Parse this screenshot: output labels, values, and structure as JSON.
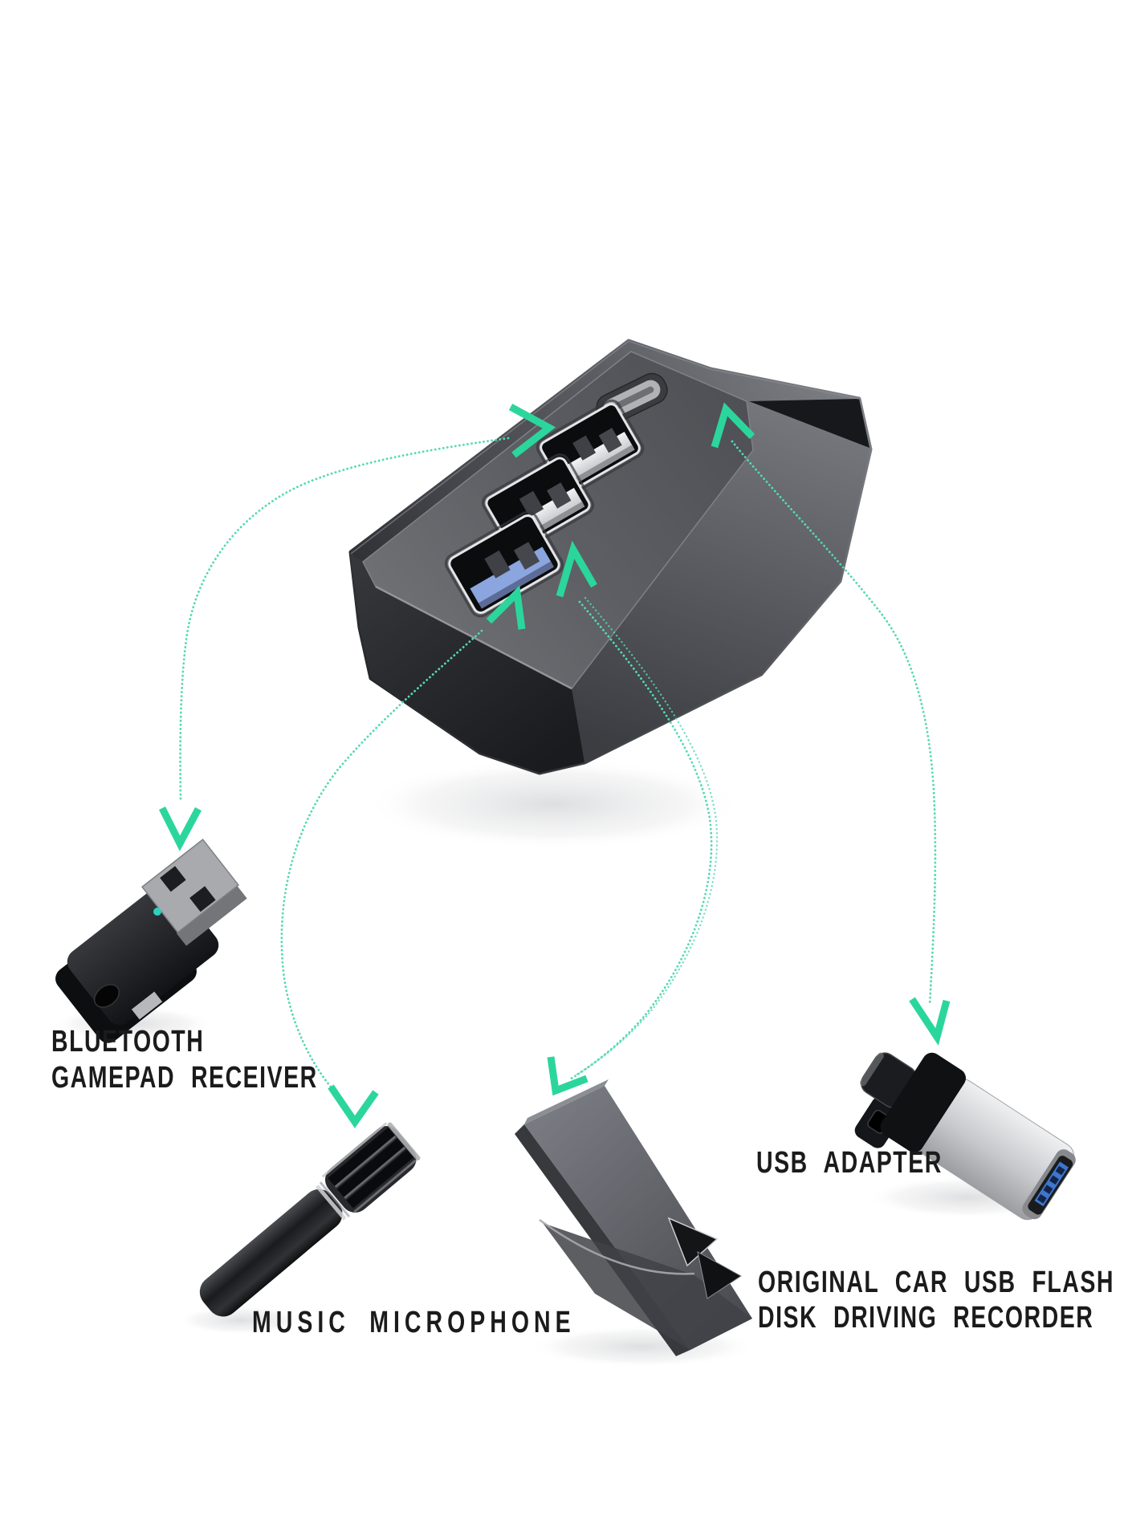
{
  "scene": {
    "background_color": "#ffffff",
    "description": "USB hub accessory connection diagram"
  },
  "hub": {
    "name": "4-port-usb-hub",
    "usba_port_count": 3,
    "usbc_port_count": 1,
    "usb3_tongue_color": "#8ba5de",
    "led_color": "#2e8a6b"
  },
  "arrows": {
    "head_color": "#2bd69c",
    "dot_color": "#54d9b5"
  },
  "receiver_led_color": "#2bd0c0",
  "devices": [
    {
      "id": "bluetooth-gamepad-receiver",
      "label_lines": [
        "BLUETOOTH",
        "GAMEPAD RECEIVER"
      ]
    },
    {
      "id": "music-microphone",
      "label_lines": [
        "MUSIC MICROPHONE"
      ]
    },
    {
      "id": "usb-adapter",
      "label_lines": [
        "USB ADAPTER"
      ]
    },
    {
      "id": "car-usb-flash-disk-recorder",
      "label_lines": [
        "ORIGINAL CAR USB FLASH",
        "DISK DRIVING RECORDER"
      ]
    }
  ],
  "label_text_color": "#1b1b1b"
}
